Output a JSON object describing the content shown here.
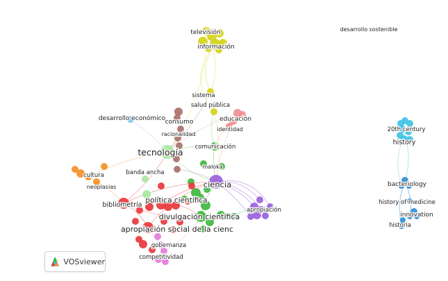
{
  "app": {
    "name": "VOSviewer"
  },
  "palette": {
    "red": "#e8383d",
    "green": "#3fb93f",
    "yellow": "#d6d419",
    "purple": "#9a62dd",
    "orange": "#f29225",
    "pink": "#e67bd8",
    "brown": "#a9716b",
    "blue": "#2d8fd6",
    "cyan": "#3ec3e6",
    "lightgreen": "#a7e7a2",
    "salmon": "#f08f8f",
    "light_blue": "#7cc4e6"
  },
  "terms": {
    "television": "televisión",
    "informacion": "información",
    "desarrollo_sostenible": "desarrollo sostenible",
    "sistema": "sistema",
    "salud_publica": "salud pública",
    "educacion": "educación",
    "desarrollo_economico": "desarrollo económico",
    "consumo": "consumo",
    "identidad": "identidad",
    "racionalidad": "racionalidad",
    "tecnologia": "tecnología",
    "comunicacion": "comunicación",
    "maloka": "maloka",
    "banda_ancha": "banda ancha",
    "cultura": "cultura",
    "ciencia": "ciencia",
    "neoplasias": "neoplasias",
    "bibliometria": "bibliometría",
    "politica_cientifica": "política científica",
    "apropiacion": "apropiación",
    "divulgacion_cientifica": "divulgación científica",
    "apropiacion_social": "apropiación social de la cienc",
    "gobernanza": "gobernanza",
    "competitividad": "competitividad",
    "century_20th": "20th century",
    "history": "history",
    "bacteriology": "bacteriology",
    "history_of_medicine": "history of medicine",
    "innovation": "innovation",
    "historia": "historia"
  }
}
